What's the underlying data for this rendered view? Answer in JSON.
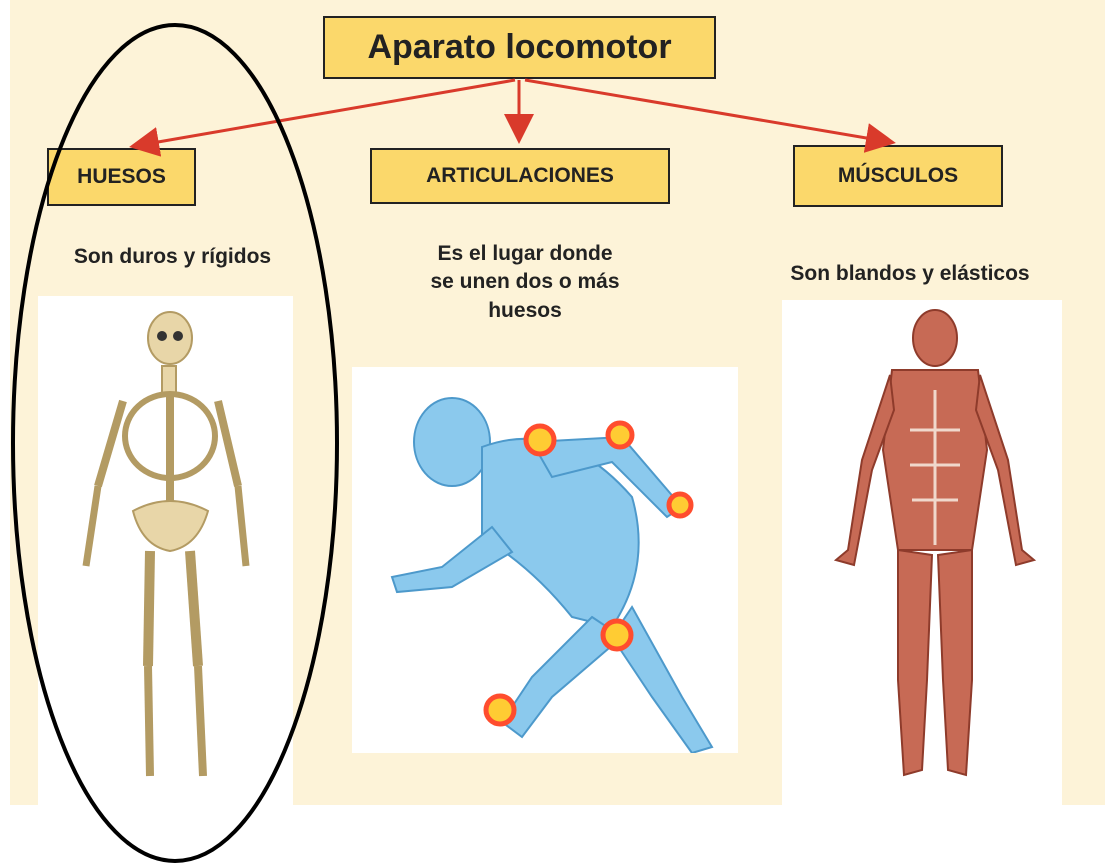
{
  "title": "Aparato locomotor",
  "categories": [
    {
      "label": "HUESOS",
      "description": "Son duros y rígidos",
      "illustration": "skeleton"
    },
    {
      "label": "ARTICULACIONES",
      "description": "Es el lugar donde\nse unen dos o más\nhuesos",
      "illustration": "running-figure-joints"
    },
    {
      "label": "MÚSCULOS",
      "description": "Son blandos y elásticos",
      "illustration": "muscle-figure"
    }
  ],
  "colors": {
    "background": "#fdf3d8",
    "box_fill": "#fbd86b",
    "arrow": "#d93a2b",
    "highlight_ellipse": "#000000"
  }
}
